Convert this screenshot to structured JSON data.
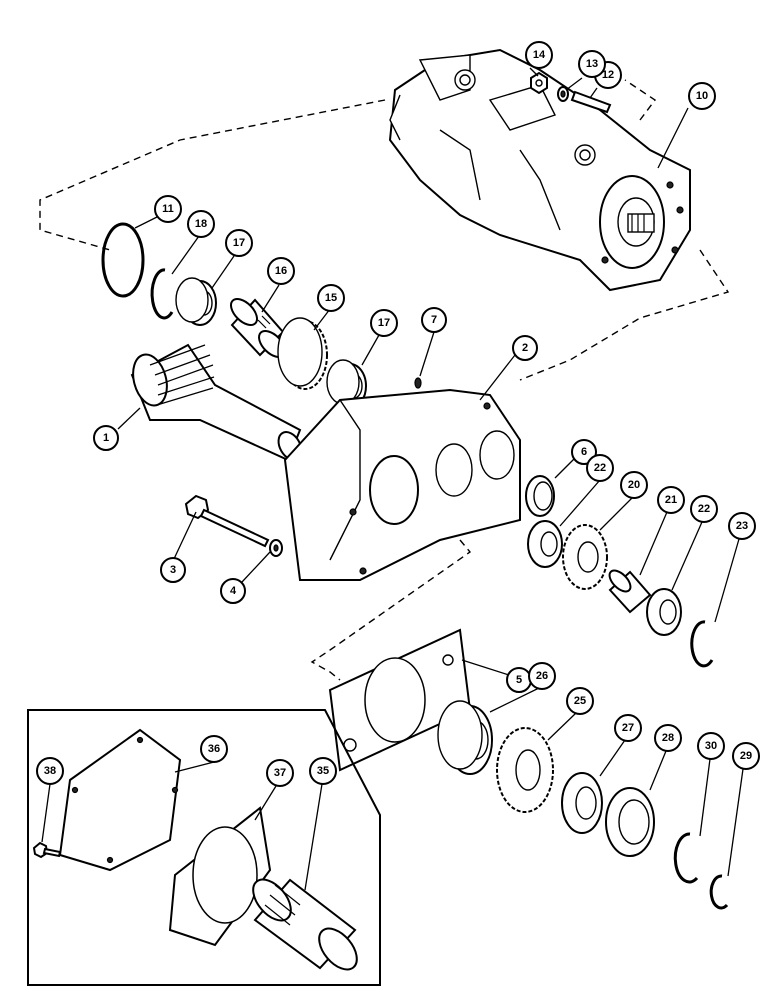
{
  "callouts": [
    {
      "id": "c1",
      "label": "1"
    },
    {
      "id": "c2",
      "label": "2"
    },
    {
      "id": "c3",
      "label": "3"
    },
    {
      "id": "c4",
      "label": "4"
    },
    {
      "id": "c5",
      "label": "5"
    },
    {
      "id": "c6",
      "label": "6"
    },
    {
      "id": "c7",
      "label": "7"
    },
    {
      "id": "c10",
      "label": "10"
    },
    {
      "id": "c11",
      "label": "11"
    },
    {
      "id": "c12",
      "label": "12"
    },
    {
      "id": "c13",
      "label": "13"
    },
    {
      "id": "c14",
      "label": "14"
    },
    {
      "id": "c15",
      "label": "15"
    },
    {
      "id": "c16",
      "label": "16"
    },
    {
      "id": "c17a",
      "label": "17"
    },
    {
      "id": "c17b",
      "label": "17"
    },
    {
      "id": "c18",
      "label": "18"
    },
    {
      "id": "c20",
      "label": "20"
    },
    {
      "id": "c21",
      "label": "21"
    },
    {
      "id": "c22a",
      "label": "22"
    },
    {
      "id": "c22b",
      "label": "22"
    },
    {
      "id": "c23",
      "label": "23"
    },
    {
      "id": "c25",
      "label": "25"
    },
    {
      "id": "c26",
      "label": "26"
    },
    {
      "id": "c27",
      "label": "27"
    },
    {
      "id": "c28",
      "label": "28"
    },
    {
      "id": "c29",
      "label": "29"
    },
    {
      "id": "c30",
      "label": "30"
    },
    {
      "id": "c35",
      "label": "35"
    },
    {
      "id": "c36",
      "label": "36"
    },
    {
      "id": "c37",
      "label": "37"
    },
    {
      "id": "c38",
      "label": "38"
    }
  ]
}
